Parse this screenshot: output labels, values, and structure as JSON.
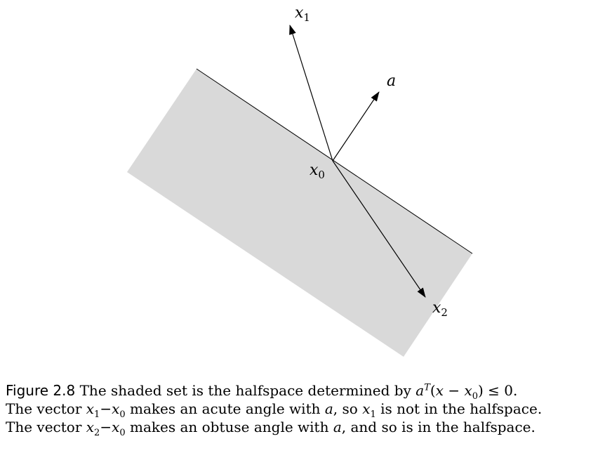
{
  "figure": {
    "labels": {
      "x1": {
        "base": "x",
        "sub": "1"
      },
      "a": {
        "base": "a"
      },
      "x0": {
        "base": "x",
        "sub": "0"
      },
      "x2": {
        "base": "x",
        "sub": "2"
      }
    },
    "colors": {
      "shade": "#d9d9d9",
      "stroke": "#000000"
    }
  },
  "caption": {
    "label": "Figure 2.8",
    "line1_text": " The shaded set is the halfspace determined by ",
    "line1_math": {
      "a": "a",
      "sup_T": "T",
      "paren_open": "(",
      "x": "x",
      "minus": " − ",
      "x0_base": "x",
      "x0_sub": "0",
      "paren_close": ")",
      "leq": " ≤ 0."
    },
    "line2": {
      "t1": "The vector ",
      "x1_base": "x",
      "x1_sub": "1",
      "minus": "−",
      "x0_base": "x",
      "x0_sub": "0",
      "t2": " makes an acute angle with ",
      "a": "a",
      "t3": ", so ",
      "x1b_base": "x",
      "x1b_sub": "1",
      "t4": " is not in the halfspace."
    },
    "line3": {
      "t1": "The vector ",
      "x2_base": "x",
      "x2_sub": "2",
      "minus": "−",
      "x0_base": "x",
      "x0_sub": "0",
      "t2": " makes an obtuse angle with ",
      "a": "a",
      "t3": ", and so is in the halfspace."
    }
  }
}
